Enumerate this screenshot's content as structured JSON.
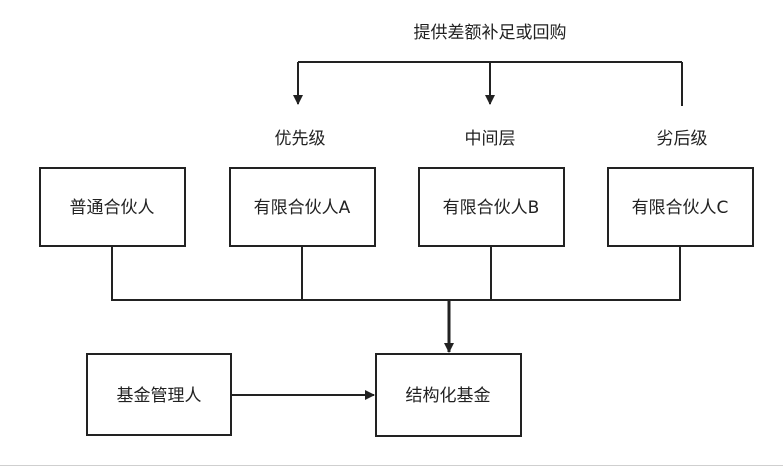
{
  "top_label": "提供差额补足或回购",
  "tiers": {
    "priority": "优先级",
    "mezzanine": "中间层",
    "subordinate": "劣后级"
  },
  "nodes": {
    "general_partner": "普通合伙人",
    "limited_partner_a": "有限合伙人A",
    "limited_partner_b": "有限合伙人B",
    "limited_partner_c": "有限合伙人C",
    "fund_manager": "基金管理人",
    "structured_fund": "结构化基金"
  },
  "colors": {
    "line": "#222222",
    "box_border": "#222222",
    "text": "#222222"
  }
}
